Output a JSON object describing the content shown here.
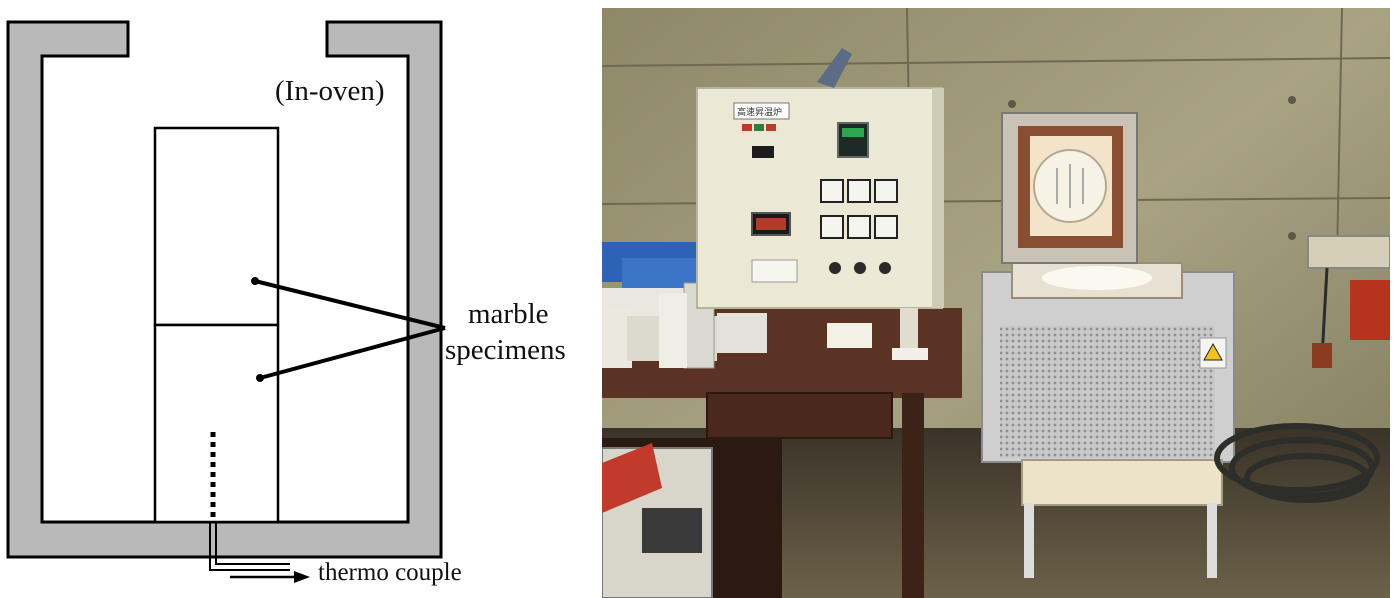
{
  "diagram": {
    "label_in_oven": "(In-oven)",
    "label_marble_line1": "marble",
    "label_marble_line2": "specimens",
    "label_thermocouple": "thermo couple"
  },
  "photo": {
    "panel_label": "高速昇温炉",
    "description_hidden": ""
  },
  "colors": {
    "oven_wall": "#b9b9b9",
    "outline": "#000000",
    "wall_concrete": "#a9a383",
    "panel_cream": "#ece8d6",
    "desk_brown": "#5a3324"
  }
}
